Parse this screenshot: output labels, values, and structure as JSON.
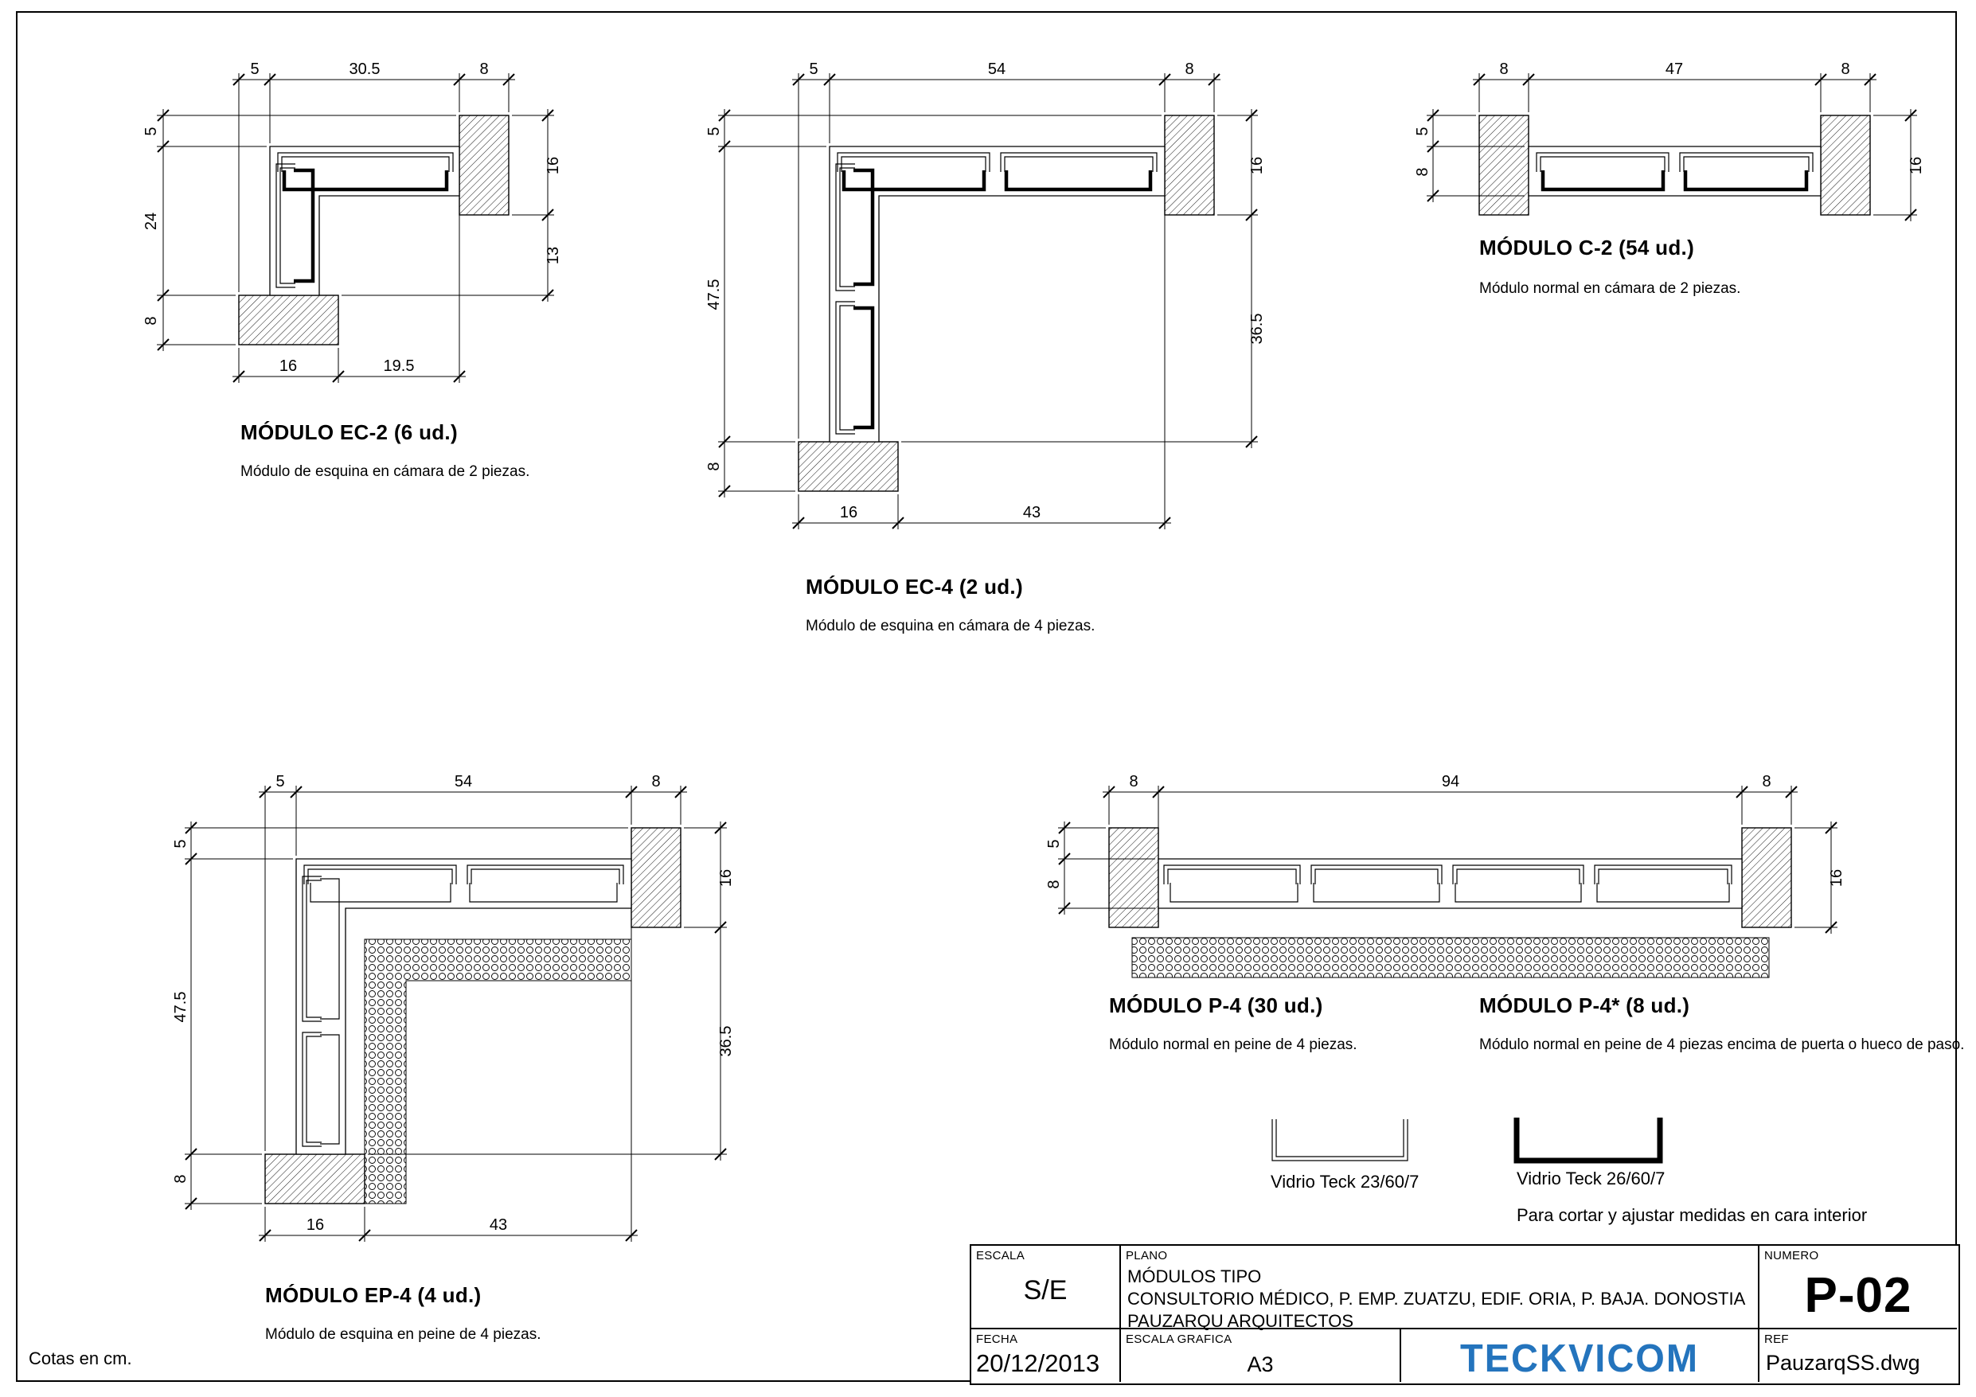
{
  "page": {
    "units_note": "Cotas en cm."
  },
  "modules": {
    "ec2": {
      "title": "MÓDULO EC-2 (6 ud.)",
      "description": "Módulo de esquina en cámara de 2 piezas.",
      "dims": {
        "top": [
          "5",
          "30.5",
          "8"
        ],
        "left": [
          "5",
          "24",
          "8"
        ],
        "right": [
          "16",
          "13"
        ],
        "bottom": [
          "16",
          "19.5"
        ]
      }
    },
    "ec4": {
      "title": "MÓDULO EC-4 (2 ud.)",
      "description": "Módulo de esquina en cámara de 4 piezas.",
      "dims": {
        "top": [
          "5",
          "54",
          "8"
        ],
        "left": [
          "5",
          "47.5",
          "8"
        ],
        "right": [
          "16",
          "36.5"
        ],
        "bottom": [
          "16",
          "43"
        ]
      }
    },
    "c2": {
      "title": "MÓDULO C-2 (54 ud.)",
      "description": "Módulo normal en cámara de 2 piezas.",
      "dims": {
        "top": [
          "8",
          "47",
          "8"
        ],
        "left": [
          "5",
          "8"
        ],
        "right": [
          "16"
        ]
      }
    },
    "ep4": {
      "title": "MÓDULO EP-4 (4 ud.)",
      "description": "Módulo de esquina en peine de 4 piezas.",
      "dims": {
        "top": [
          "5",
          "54",
          "8"
        ],
        "left": [
          "5",
          "47.5",
          "8"
        ],
        "right": [
          "16",
          "36.5"
        ],
        "bottom": [
          "16",
          "43"
        ]
      }
    },
    "p4": {
      "title": "MÓDULO P-4 (30 ud.)",
      "description": "Módulo normal en peine de 4 piezas.",
      "title2": "MÓDULO P-4* (8 ud.)",
      "description2": "Módulo normal en peine de 4 piezas encima de puerta o hueco de paso.",
      "dims": {
        "top": [
          "8",
          "94",
          "8"
        ],
        "left": [
          "5",
          "8"
        ],
        "right": [
          "16"
        ]
      }
    }
  },
  "legend": {
    "glass_thin": "Vidrio Teck 23/60/7",
    "glass_thick": "Vidrio Teck 26/60/7",
    "note": "Para cortar y ajustar medidas en cara interior"
  },
  "titleblock": {
    "escala_label": "ESCALA",
    "escala_value": "S/E",
    "plano_label": "PLANO",
    "plano_line1": "MÓDULOS TIPO",
    "plano_line2": "CONSULTORIO MÉDICO, P. EMP. ZUATZU, EDIF. ORIA, P. BAJA. DONOSTIA",
    "plano_line3": "PAUZARQU ARQUITECTOS",
    "numero_label": "NUMERO",
    "numero_value": "P-02",
    "fecha_label": "FECHA",
    "fecha_value": "20/12/2013",
    "escala_grafica_label": "ESCALA GRAFICA",
    "escala_grafica_value": "A3",
    "logo_text": "TECKVICOM",
    "ref_label": "REF",
    "ref_value": "PauzarqSS.dwg"
  }
}
